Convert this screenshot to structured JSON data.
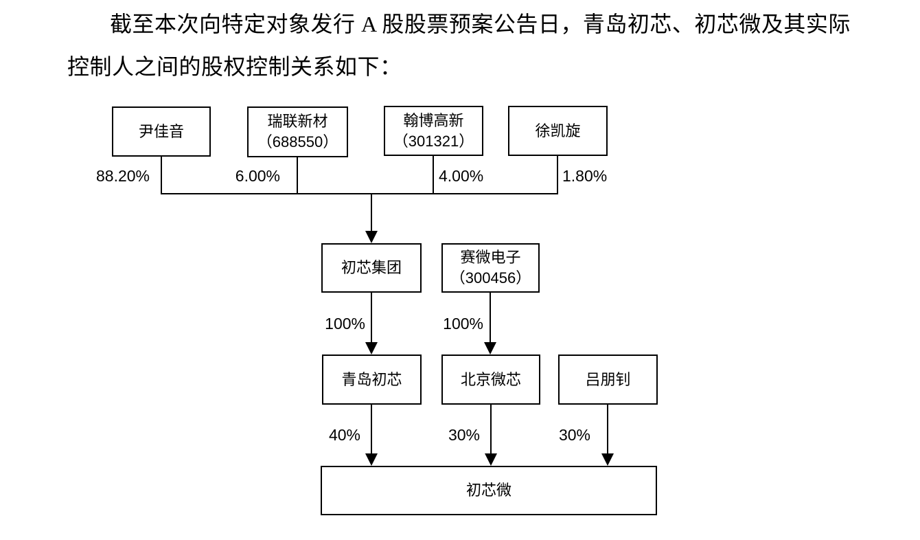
{
  "paragraph": {
    "line1": "截至本次向特定对象发行 A 股股票预案公告日，青岛初芯、初芯微及其实际",
    "line2": "控制人之间的股权控制关系如下："
  },
  "diagram": {
    "nodes": {
      "yinjiayin": {
        "label": "尹佳音"
      },
      "ruilian": {
        "label": "瑞联新材",
        "code": "（688550）"
      },
      "hanbo": {
        "label": "翰博高新",
        "code": "（301321）"
      },
      "xukaixuan": {
        "label": "徐凯旋"
      },
      "chuxin_group": {
        "label": "初芯集团"
      },
      "saiwei": {
        "label": "赛微电子",
        "code": "（300456）"
      },
      "qingdao_chuxin": {
        "label": "青岛初芯"
      },
      "beijing_weixin": {
        "label": "北京微芯"
      },
      "lvpengzhao": {
        "label": "吕朋钊"
      },
      "chuxinwei": {
        "label": "初芯微"
      }
    },
    "percents": {
      "yinjiayin": "88.20%",
      "ruilian": "6.00%",
      "hanbo": "4.00%",
      "xukaixuan": "1.80%",
      "chuxin_group": "100%",
      "saiwei": "100%",
      "qingdao_chuxin": "40%",
      "beijing_weixin": "30%",
      "lvpengzhao": "30%"
    },
    "colors": {
      "line": "#000000",
      "box_border": "#000000",
      "background": "#ffffff"
    }
  }
}
